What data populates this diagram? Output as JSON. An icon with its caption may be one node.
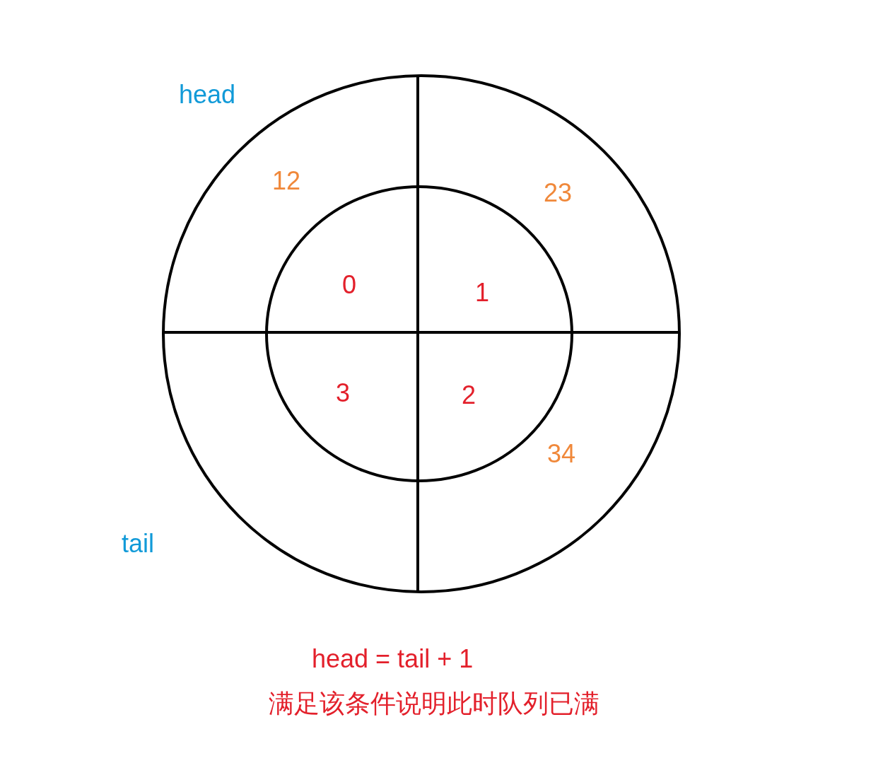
{
  "diagram": {
    "labels": [
      "head",
      "12",
      "23",
      "0",
      "1",
      "3",
      "2",
      "34",
      "tail",
      "head = tail + 1",
      "满足该条件说明此时队列已满"
    ]
  }
}
